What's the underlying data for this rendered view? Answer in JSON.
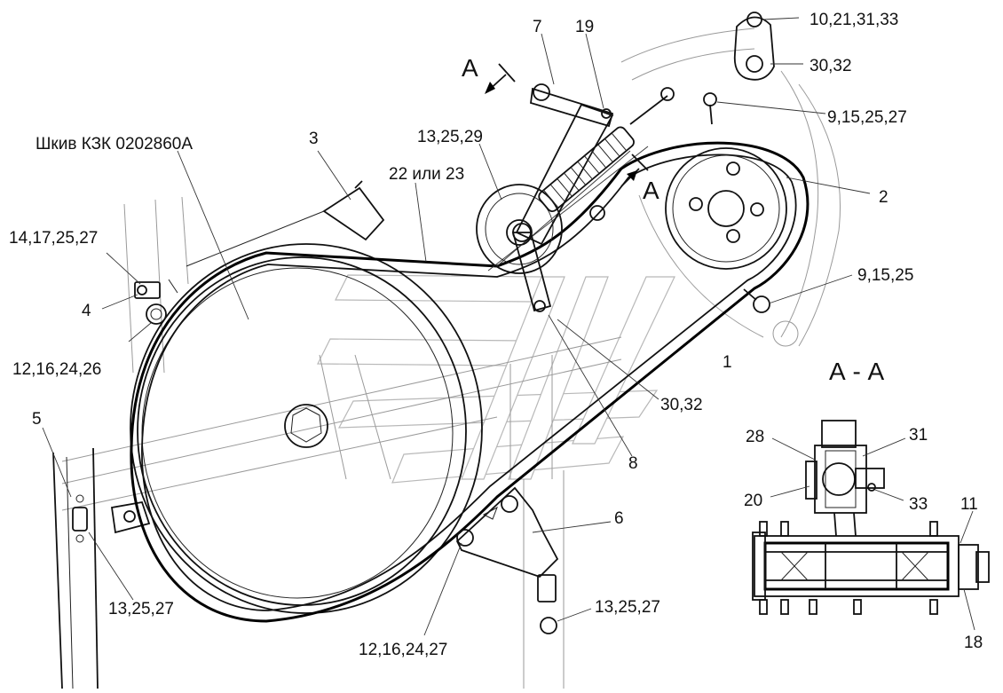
{
  "labels": {
    "pulley_title": "Шкив КЗК 0202860А",
    "section_view": "А - А",
    "arrow_a_top": "А",
    "arrow_a_right": "А",
    "n1": "1",
    "n2": "2",
    "n3": "3",
    "n4": "4",
    "n5": "5",
    "n6": "6",
    "n7": "7",
    "n8": "8",
    "n19": "19",
    "n10_21_31_33": "10,21,31,33",
    "n30_32_top": "30,32",
    "n30_32_mid": "30,32",
    "n9_15_25_27": "9,15,25,27",
    "n9_15_25": "9,15,25",
    "n13_25_29": "13,25,29",
    "n22_23": "22 или 23",
    "n14_17_25_27": "14,17,25,27",
    "n12_16_24_26": "12,16,24,26",
    "n13_25_27_left": "13,25,27",
    "n13_25_27_right": "13,25,27",
    "n12_16_24_27": "12,16,24,27",
    "n28": "28",
    "n31": "31",
    "n20": "20",
    "n33": "33",
    "n11": "11",
    "n18": "18"
  }
}
